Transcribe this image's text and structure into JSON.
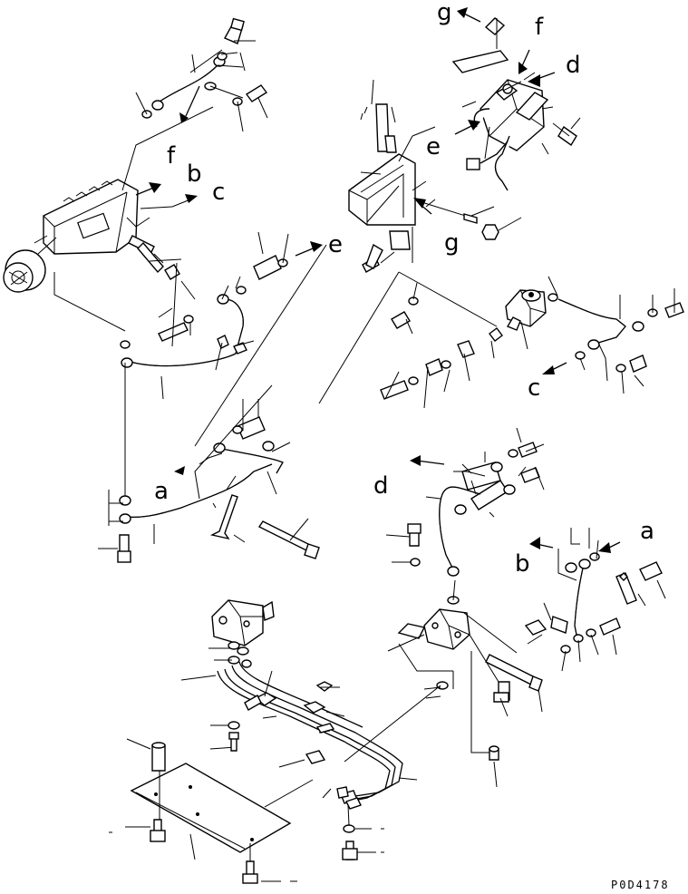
{
  "letters": {
    "a1": "a",
    "a2": "a",
    "b1": "b",
    "b2": "b",
    "c1": "c",
    "c2": "c",
    "d1": "d",
    "d2": "d",
    "e1": "e",
    "e2": "e",
    "f1": "f",
    "f2": "f",
    "g1": "g",
    "g2": "g"
  },
  "drawing_code": "P0D4178"
}
